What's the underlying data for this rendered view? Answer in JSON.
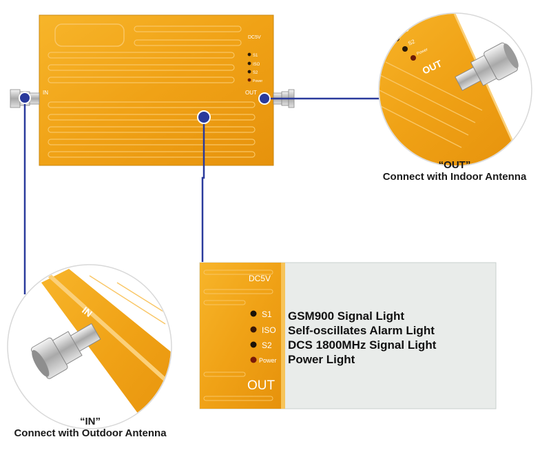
{
  "device": {
    "dc_label": "DC5V",
    "in_label": "IN",
    "out_label": "OUT",
    "led_labels": [
      "S1",
      "ISO",
      "S2",
      "Power"
    ]
  },
  "callouts": {
    "out": {
      "title": "“OUT”",
      "desc": "Connect with Indoor Antenna"
    },
    "in": {
      "title": "“IN”",
      "desc": "Connect with Outdoor Antenna"
    }
  },
  "legend": {
    "items": [
      {
        "led": "S1",
        "desc": "GSM900 Signal Light"
      },
      {
        "led": "ISO",
        "desc": "Self-oscillates Alarm Light"
      },
      {
        "led": "S2",
        "desc": "DCS 1800MHz Signal Light"
      },
      {
        "led": "Power",
        "desc": "Power Light"
      }
    ]
  },
  "colors": {
    "gold": "#f2a419",
    "gold_dark": "#d9880c",
    "connector": "#c9c9c9",
    "line": "#2a3a9c",
    "panel": "#e9ecea"
  }
}
